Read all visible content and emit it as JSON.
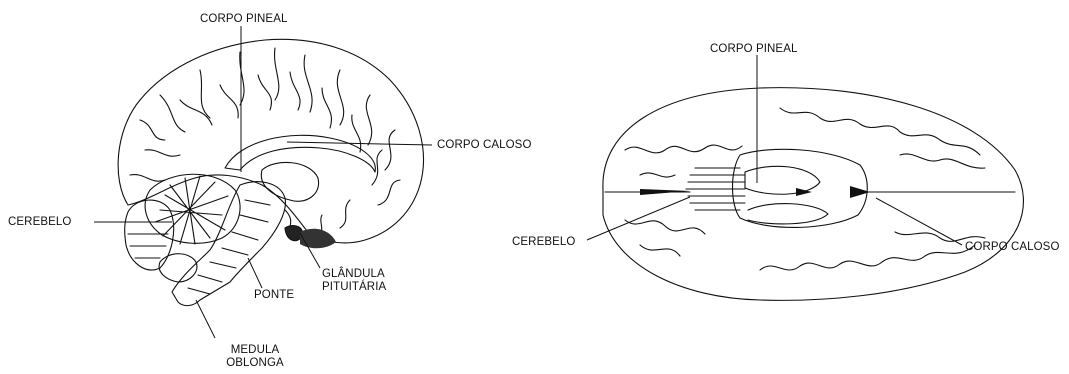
{
  "left_diagram": {
    "labels": {
      "pineal": "CORPO PINEAL",
      "callosum": "CORPO CALOSO",
      "cerebellum": "CEREBELO",
      "pons": "PONTE",
      "pituitary_line1": "GLÂNDULA",
      "pituitary_line2": "PITUITÁRIA",
      "medulla_line1": "MEDULA",
      "medulla_line2": "OBLONGA"
    }
  },
  "right_diagram": {
    "labels": {
      "pineal": "CORPO PINEAL",
      "cerebellum": "CEREBELO",
      "callosum": "CORPO CALOSO"
    }
  },
  "colors": {
    "ink": "#111111",
    "background": "#ffffff"
  }
}
